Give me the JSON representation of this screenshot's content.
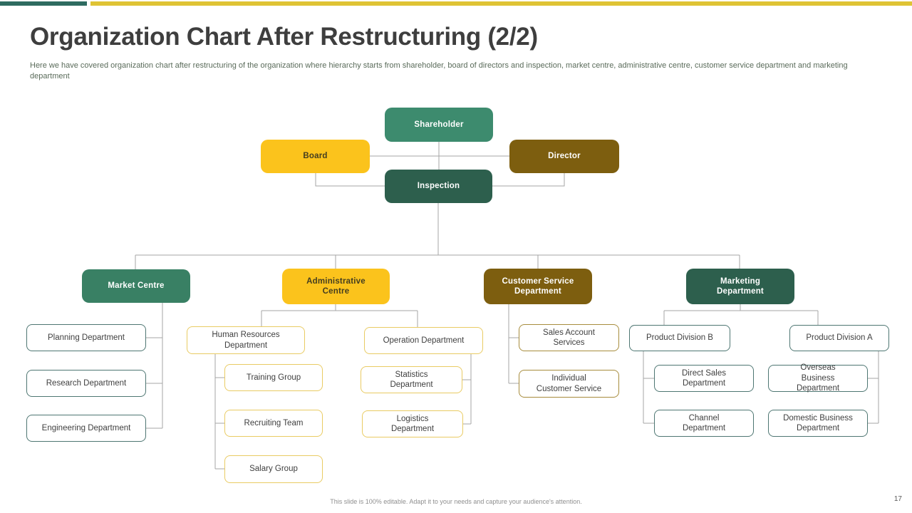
{
  "slide": {
    "title": "Organization Chart After Restructuring (2/2)",
    "subtitle": "Here we have covered organization chart after restructuring of the organization where hierarchy starts from shareholder, board of directors and inspection, market centre, administrative centre, customer service department and marketing department",
    "footer": "This slide is 100% editable. Adapt it to your needs and capture your audience's attention.",
    "page_number": "17"
  },
  "colors": {
    "accent_bar_teal": "#2E6B60",
    "accent_bar_yellow": "#DFC334",
    "node_teal": "#3D8B6E",
    "node_teal_dark": "#398064",
    "node_yellow": "#FBC31C",
    "node_dark_gold": "#7D5E0F",
    "node_dark_green": "#2D5F4D",
    "outline_teal": "#4E7672",
    "outline_gold": "#E9CB63",
    "outline_olive": "#A78C3D",
    "connector_gray": "#A6A6A6"
  },
  "org": {
    "shareholder": {
      "label": "Shareholder"
    },
    "board": {
      "label": "Board"
    },
    "director": {
      "label": "Director"
    },
    "inspection": {
      "label": "Inspection"
    },
    "branches": [
      {
        "label": "Market Centre",
        "children": [
          {
            "label": "Planning Department"
          },
          {
            "label": "Research Department"
          },
          {
            "label": "Engineering Department"
          }
        ]
      },
      {
        "label": "Administrative Centre",
        "children": [
          {
            "label": "Human Resources Department",
            "children": [
              {
                "label": "Training Group"
              },
              {
                "label": "Recruiting Team"
              },
              {
                "label": "Salary Group"
              }
            ]
          },
          {
            "label": "Operation Department",
            "children": [
              {
                "label": "Statistics Department"
              },
              {
                "label": "Logistics Department"
              }
            ]
          }
        ]
      },
      {
        "label": "Customer Service Department",
        "children": [
          {
            "label": "Sales Account Services"
          },
          {
            "label": "Individual Customer Service"
          }
        ]
      },
      {
        "label": "Marketing Department",
        "children": [
          {
            "label": "Product Division B",
            "children": [
              {
                "label": "Direct Sales Department"
              },
              {
                "label": "Channel Department"
              }
            ]
          },
          {
            "label": "Product Division A",
            "children": [
              {
                "label": "Overseas Business Department"
              },
              {
                "label": "Domestic Business Department"
              }
            ]
          }
        ]
      }
    ]
  }
}
